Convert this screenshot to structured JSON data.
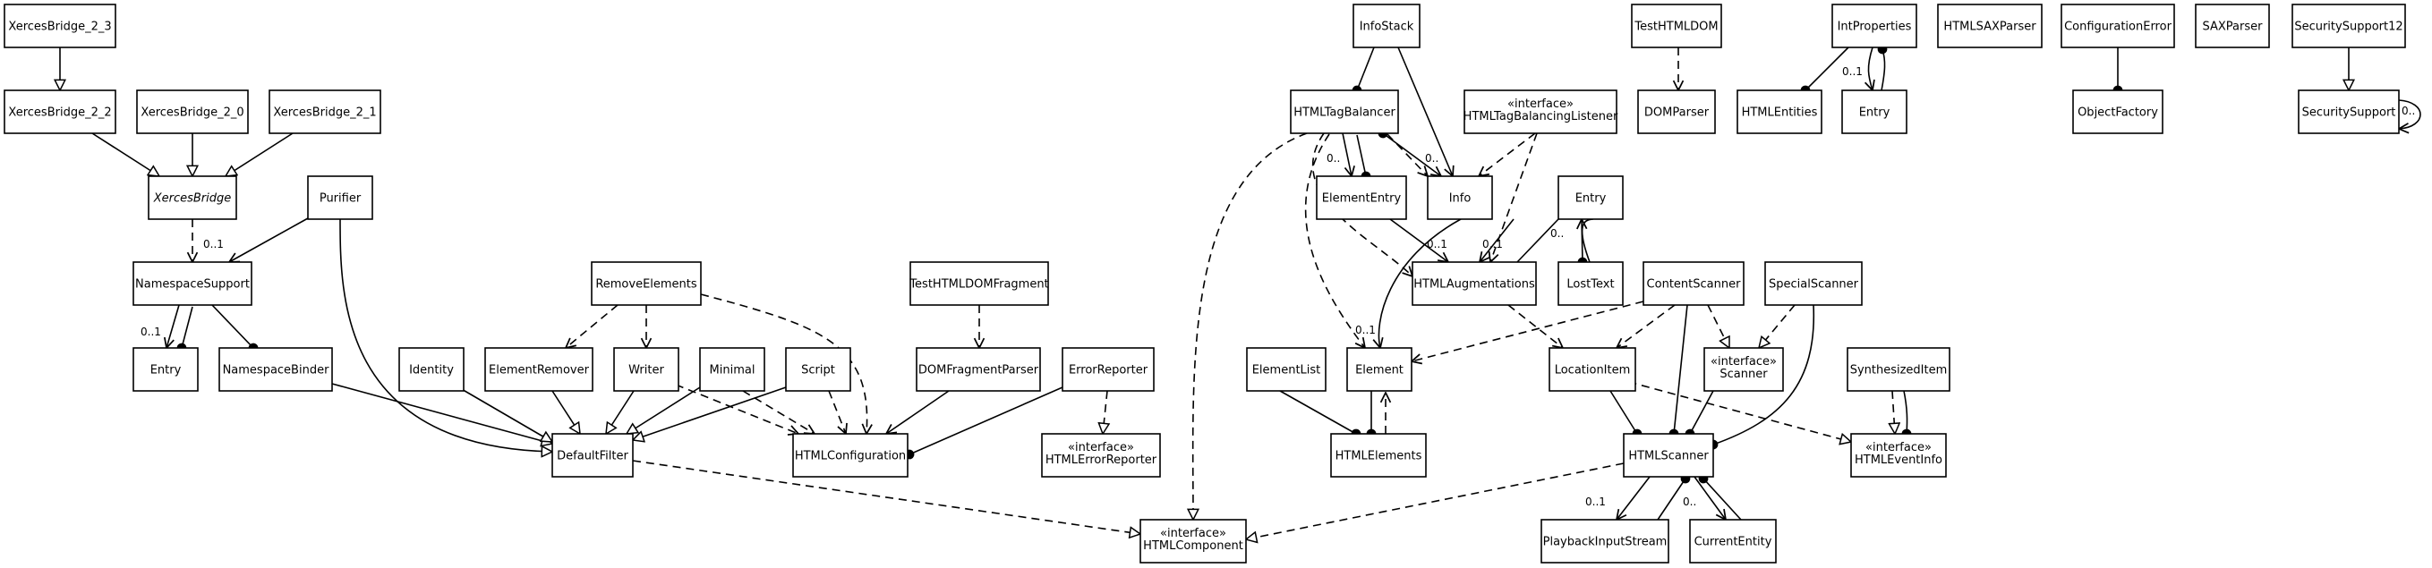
{
  "nodes": {
    "xb23": {
      "lines": [
        "XercesBridge_2_3"
      ]
    },
    "xb22": {
      "lines": [
        "XercesBridge_2_2"
      ]
    },
    "xb20": {
      "lines": [
        "XercesBridge_2_0"
      ]
    },
    "xb21": {
      "lines": [
        "XercesBridge_2_1"
      ]
    },
    "xb": {
      "lines": [
        "XercesBridge"
      ],
      "italic": true
    },
    "purifier": {
      "lines": [
        "Purifier"
      ]
    },
    "nssupport": {
      "lines": [
        "NamespaceSupport"
      ]
    },
    "entry1": {
      "lines": [
        "Entry"
      ]
    },
    "nsbinder": {
      "lines": [
        "NamespaceBinder"
      ]
    },
    "identity": {
      "lines": [
        "Identity"
      ]
    },
    "elemremover": {
      "lines": [
        "ElementRemover"
      ]
    },
    "removeelements": {
      "lines": [
        "RemoveElements"
      ]
    },
    "writer": {
      "lines": [
        "Writer"
      ]
    },
    "minimal": {
      "lines": [
        "Minimal"
      ]
    },
    "script": {
      "lines": [
        "Script"
      ]
    },
    "defaultfilter": {
      "lines": [
        "DefaultFilter"
      ]
    },
    "testfrag": {
      "lines": [
        "TestHTMLDOMFragment"
      ]
    },
    "domfragparser": {
      "lines": [
        "DOMFragmentParser"
      ]
    },
    "errreporter": {
      "lines": [
        "ErrorReporter"
      ]
    },
    "htmlconfig": {
      "lines": [
        "HTMLConfiguration"
      ]
    },
    "iherr": {
      "lines": [
        "«interface»",
        "HTMLErrorReporter"
      ]
    },
    "infostack": {
      "lines": [
        "InfoStack"
      ]
    },
    "tagbalancer": {
      "lines": [
        "HTMLTagBalancer"
      ]
    },
    "ibalistener": {
      "lines": [
        "«interface»",
        "HTMLTagBalancingListener"
      ]
    },
    "testhtmldom": {
      "lines": [
        "TestHTMLDOM"
      ]
    },
    "domparser": {
      "lines": [
        "DOMParser"
      ]
    },
    "intprops": {
      "lines": [
        "IntProperties"
      ]
    },
    "htmlentities": {
      "lines": [
        "HTMLEntities"
      ]
    },
    "entry3": {
      "lines": [
        "Entry"
      ]
    },
    "saxparserhtml": {
      "lines": [
        "HTMLSAXParser"
      ]
    },
    "configerror": {
      "lines": [
        "ConfigurationError"
      ]
    },
    "objfactory": {
      "lines": [
        "ObjectFactory"
      ]
    },
    "saxparser": {
      "lines": [
        "SAXParser"
      ]
    },
    "secsupport12": {
      "lines": [
        "SecuritySupport12"
      ]
    },
    "secsupport": {
      "lines": [
        "SecuritySupport"
      ]
    },
    "elementry": {
      "lines": [
        "ElementEntry"
      ]
    },
    "info": {
      "lines": [
        "Info"
      ]
    },
    "entry2": {
      "lines": [
        "Entry"
      ]
    },
    "augmentations": {
      "lines": [
        "HTMLAugmentations"
      ]
    },
    "losttext": {
      "lines": [
        "LostText"
      ]
    },
    "contentscanner": {
      "lines": [
        "ContentScanner"
      ]
    },
    "specialscanner": {
      "lines": [
        "SpecialScanner"
      ]
    },
    "elementlist": {
      "lines": [
        "ElementList"
      ]
    },
    "element": {
      "lines": [
        "Element"
      ]
    },
    "locationitem": {
      "lines": [
        "LocationItem"
      ]
    },
    "iscanner": {
      "lines": [
        "«interface»",
        "Scanner"
      ]
    },
    "synthitem": {
      "lines": [
        "SynthesizedItem"
      ]
    },
    "htmlelements": {
      "lines": [
        "HTMLElements"
      ]
    },
    "htmlscanner": {
      "lines": [
        "HTMLScanner"
      ]
    },
    "ieventinfo": {
      "lines": [
        "«interface»",
        "HTMLEventInfo"
      ]
    },
    "ihtmlcomp": {
      "lines": [
        "«interface»",
        "HTMLComponent"
      ]
    },
    "playback": {
      "lines": [
        "PlaybackInputStream"
      ]
    },
    "currententity": {
      "lines": [
        "CurrentEntity"
      ]
    }
  },
  "multiplicities": {
    "m01": "0..1",
    "m0": "0.."
  }
}
